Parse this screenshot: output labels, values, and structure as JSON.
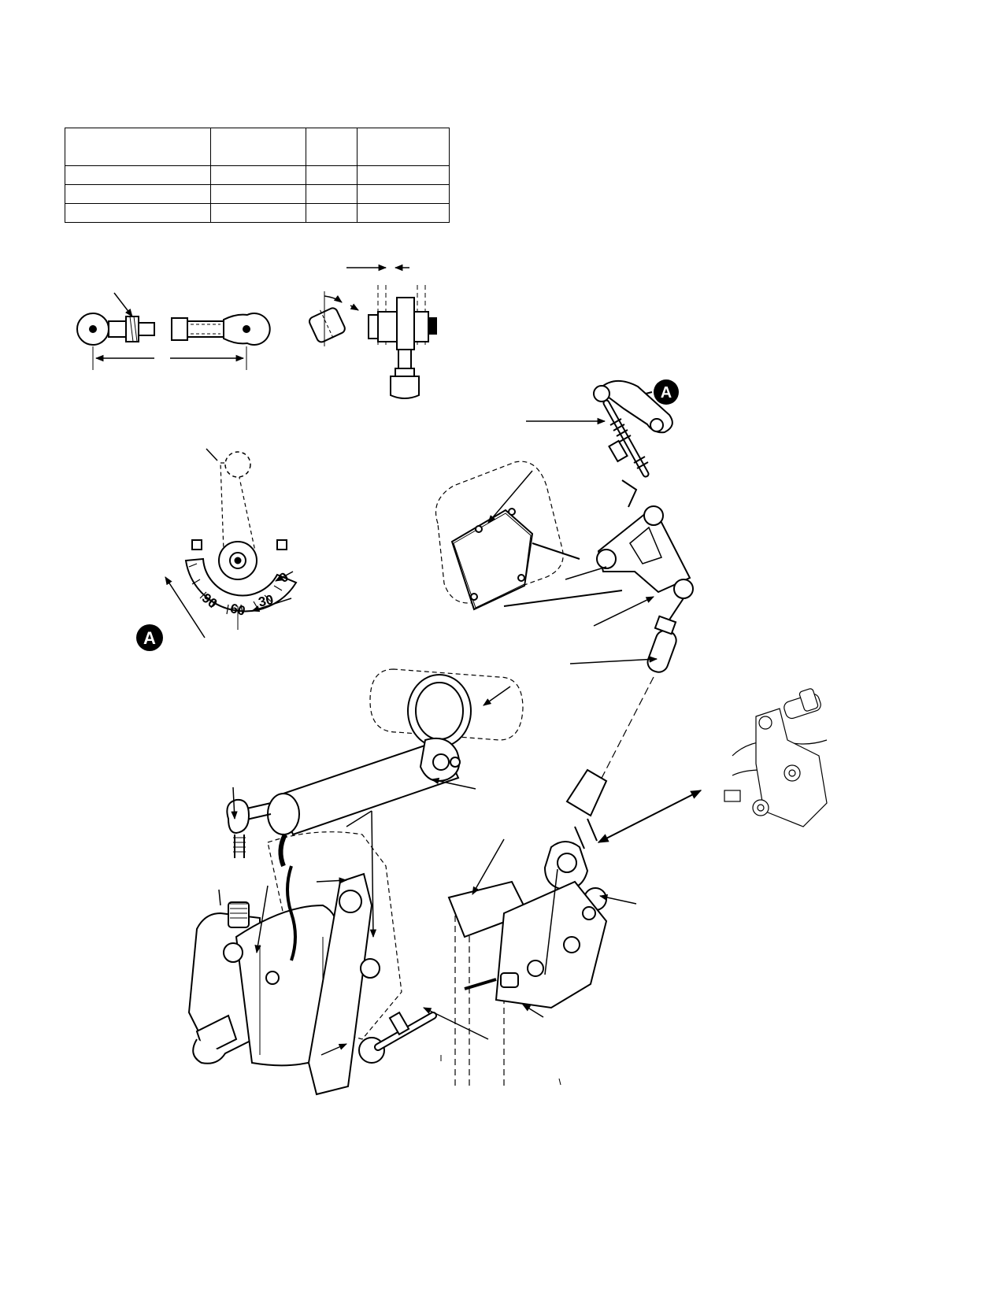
{
  "spec_table": {
    "columns": 4,
    "rows": [
      [
        "",
        "",
        "",
        ""
      ],
      [
        "",
        "",
        "",
        ""
      ],
      [
        "",
        "",
        "",
        ""
      ],
      [
        "",
        "",
        "",
        ""
      ]
    ]
  },
  "callouts": {
    "top_right": "A",
    "left": "A"
  },
  "scale": {
    "labels": [
      "0",
      "30",
      "60",
      "90"
    ]
  }
}
